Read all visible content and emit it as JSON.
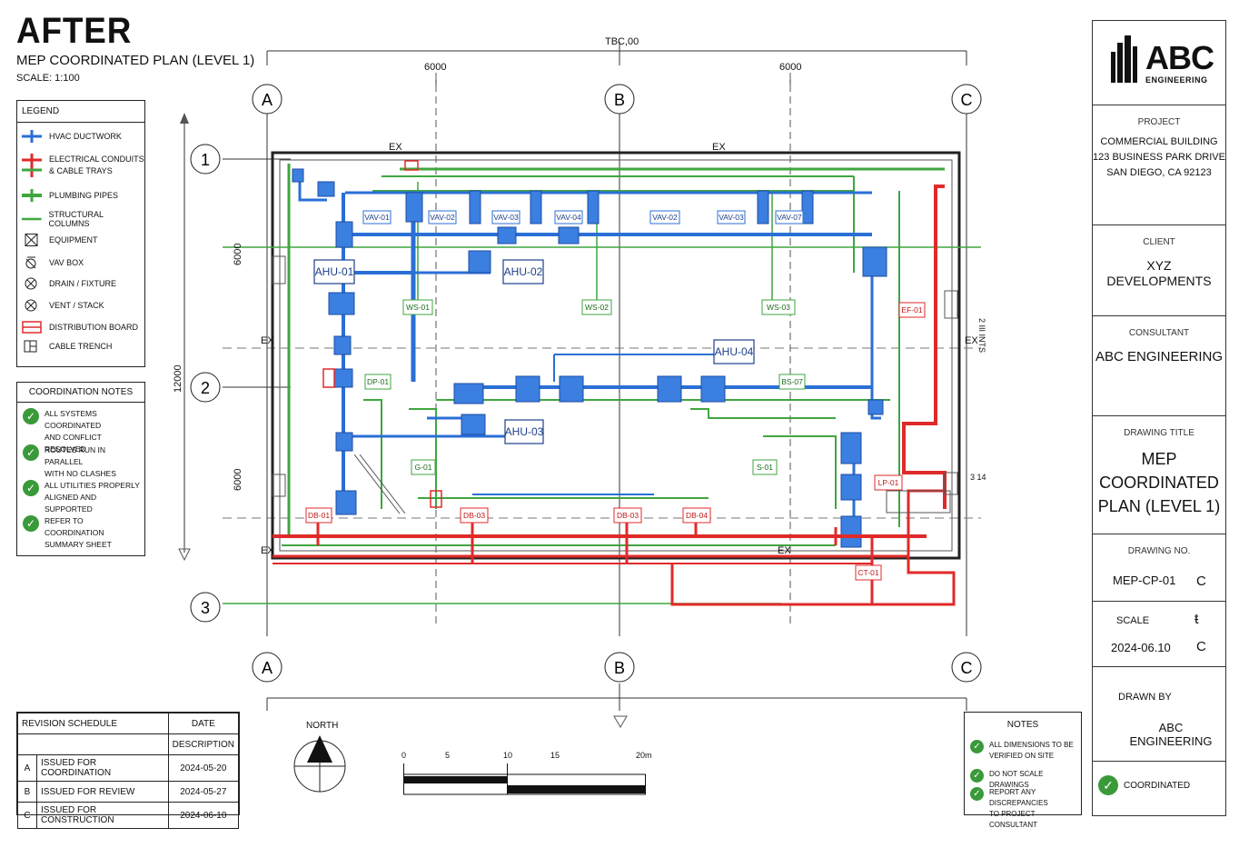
{
  "header": {
    "title": "AFTER",
    "subtitle": "MEP COORDINATED PLAN (LEVEL 1)",
    "scale": "SCALE: 1:100"
  },
  "legend": {
    "title": "LEGEND",
    "items": [
      {
        "label": "HVAC DUCTWORK",
        "icon": "hvac-duct-icon",
        "color": "#2a6fd6"
      },
      {
        "label": "ELECTRICAL CONDUITS",
        "label2": "& CABLE TRAYS",
        "icon": "electrical-icon",
        "color": "#e02a2a"
      },
      {
        "label": "PLUMBING PIPES",
        "icon": "plumbing-icon",
        "color": "#3fa63f"
      },
      {
        "label": "STRUCTURAL COLUMNS",
        "icon": "column-icon",
        "color": "#3fa63f"
      },
      {
        "label": "EQUIPMENT",
        "icon": "equipment-icon"
      },
      {
        "label": "VAV BOX",
        "icon": "vav-box-icon"
      },
      {
        "label": "DRAIN / FIXTURE",
        "icon": "drain-icon"
      },
      {
        "label": "VENT / STACK",
        "icon": "vent-icon"
      },
      {
        "label": "DISTRIBUTION BOARD",
        "icon": "distribution-board-icon",
        "color": "#e02a2a"
      },
      {
        "label": "CABLE TRENCH",
        "icon": "cable-trench-icon"
      }
    ]
  },
  "coordination": {
    "title": "COORDINATION NOTES",
    "items": [
      {
        "l1": "ALL SYSTEMS COORDINATED",
        "l2": "AND CONFLICT RESOLVED"
      },
      {
        "l1": "ROUTES RUN IN PARALLEL",
        "l2": "WITH NO CLASHES"
      },
      {
        "l1": "ALL UTILITIES PROPERLY",
        "l2": "ALIGNED AND SUPPORTED"
      },
      {
        "l1": "REFER TO COORDINATION",
        "l2": "SUMMARY SHEET"
      }
    ]
  },
  "grid": {
    "columns": [
      "A",
      "B",
      "C"
    ],
    "rows": [
      "1",
      "2",
      "3"
    ],
    "dim_top_total": "TBC,00",
    "dim_top_a": "6000",
    "dim_top_b": "6000",
    "dim_left_total": "12000",
    "dim_left_a": "6000",
    "dim_left_b": "6000",
    "ex": "EX",
    "right_note": "2 III INTS",
    "right_dim": "3 14"
  },
  "plan_labels": {
    "vav": [
      "VAV-01",
      "VAV-02",
      "VAV-03",
      "VAV-04",
      "VAV-02",
      "VAV-03",
      "VAV-07"
    ],
    "ahu": [
      "AHU-01",
      "AHU-02",
      "AHU-04",
      "AHU-03"
    ],
    "ws": [
      "WS-01",
      "WS-02",
      "WS-03"
    ],
    "other_green": [
      "DP-01",
      "BS-07",
      "G-01",
      "S-01"
    ],
    "red": [
      "EF-01",
      "LP-01",
      "DB-01",
      "DB-03",
      "DB-03",
      "DB-04",
      "CT-01"
    ]
  },
  "titleblock": {
    "logo": "ABC",
    "logo_sub": "ENGINEERING",
    "project_label": "PROJECT",
    "project_l1": "COMMERCIAL BUILDING",
    "project_l2": "123 BUSINESS PARK DRIVE",
    "project_l3": "SAN DIEGO, CA 92123",
    "client_label": "CLIENT",
    "client": "XYZ DEVELOPMENTS",
    "consultant_label": "CONSULTANT",
    "consultant": "ABC ENGINEERING",
    "drawing_title_label": "DRAWING TITLE",
    "drawing_title_l1": "MEP COORDINATED",
    "drawing_title_l2": "PLAN (LEVEL 1)",
    "drawing_no_label": "DRAWING NO.",
    "drawing_no": "MEP-CP-01",
    "rev": "C",
    "scale_label": "SCALE",
    "scale_mark": "ŧ",
    "date": "2024-06.10",
    "rev2": "C",
    "drawn_by_label": "DRAWN BY",
    "drawn_by": "ABC ENGINEERING",
    "status": "COORDINATED"
  },
  "revisions": {
    "title": "REVISION SCHEDULE",
    "date_header": "DATE",
    "desc_header": "DESCRIPTION",
    "rows": [
      {
        "rev": "A",
        "desc": "ISSUED FOR COORDINATION",
        "date": "2024-05-20"
      },
      {
        "rev": "B",
        "desc": "ISSUED FOR REVIEW",
        "date": "2024-05-27"
      },
      {
        "rev": "C",
        "desc": "ISSUED FOR CONSTRUCTION",
        "date": "2024-06-10"
      }
    ]
  },
  "north": "NORTH",
  "scalebar": {
    "ticks": [
      "0",
      "5",
      "10",
      "15",
      "20m"
    ]
  },
  "notes": {
    "title": "NOTES",
    "items": [
      {
        "l1": "ALL DIMENSIONS TO BE",
        "l2": "VERIFIED ON SITE"
      },
      {
        "l1": "DO NOT SCALE DRAWINGS",
        "l2": ""
      },
      {
        "l1": "REPORT ANY DISCREPANCIES",
        "l2": "TO PROJECT CONSULTANT"
      }
    ]
  },
  "colors": {
    "hvac": "#2a6fd6",
    "electrical": "#e02a2a",
    "plumbing": "#3fa63f",
    "check": "#3a9a3a"
  }
}
